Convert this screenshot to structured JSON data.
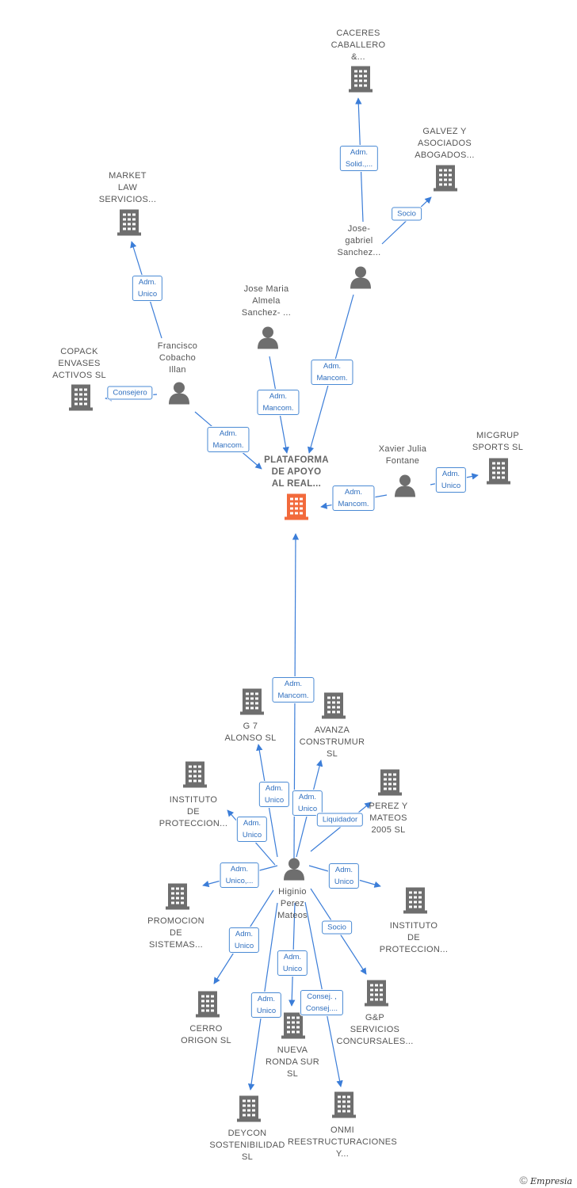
{
  "nodes": [
    {
      "id": "plataforma",
      "kind": "company",
      "center": true,
      "color": "#f26a3c",
      "label": "PLATAFORMA\nDE APOYO\nAL REAL..."
    },
    {
      "id": "caceres",
      "kind": "company",
      "label": "CACERES\nCABALLERO\n&..."
    },
    {
      "id": "galvez",
      "kind": "company",
      "label": "GALVEZ Y\nASOCIADOS\nABOGADOS..."
    },
    {
      "id": "market",
      "kind": "company",
      "label": "MARKET\nLAW\nSERVICIOS..."
    },
    {
      "id": "josegabriel",
      "kind": "person",
      "label": "Jose-\ngabriel\nSanchez..."
    },
    {
      "id": "josemaria",
      "kind": "person",
      "label": "Jose Maria\nAlmela\nSanchez- ..."
    },
    {
      "id": "francisco",
      "kind": "person",
      "label": "Francisco\nCobacho\nIllan"
    },
    {
      "id": "copack",
      "kind": "company",
      "label": "COPACK\nENVASES\nACTIVOS SL"
    },
    {
      "id": "xavier",
      "kind": "person",
      "label": "Xavier Julia\nFontane"
    },
    {
      "id": "micgrup",
      "kind": "company",
      "label": "MICGRUP\nSPORTS SL"
    },
    {
      "id": "higinio",
      "kind": "person",
      "label": "Higinio\nPerez\nMateos"
    },
    {
      "id": "g7",
      "kind": "company",
      "label": "G 7\nALONSO  SL"
    },
    {
      "id": "avanza",
      "kind": "company",
      "label": "AVANZA\nCONSTRUMUR\nSL"
    },
    {
      "id": "instituto1",
      "kind": "company",
      "label": "INSTITUTO\nDE\nPROTECCION..."
    },
    {
      "id": "perez",
      "kind": "company",
      "label": "PEREZ Y\nMATEOS\n2005 SL"
    },
    {
      "id": "promocion",
      "kind": "company",
      "label": "PROMOCION\nDE\nSISTEMAS..."
    },
    {
      "id": "instituto2",
      "kind": "company",
      "label": "INSTITUTO\nDE\nPROTECCION..."
    },
    {
      "id": "cerro",
      "kind": "company",
      "label": "CERRO\nORIGON  SL"
    },
    {
      "id": "gp",
      "kind": "company",
      "label": "G&P\nSERVICIOS\nCONCURSALES..."
    },
    {
      "id": "nueva",
      "kind": "company",
      "label": "NUEVA\nRONDA SUR\nSL"
    },
    {
      "id": "deycon",
      "kind": "company",
      "label": "DEYCON\nSOSTENIBILIDAD\nSL"
    },
    {
      "id": "onmi",
      "kind": "company",
      "label": "ONMI\nREESTRUCTURACIONES\nY..."
    }
  ],
  "edges": [
    {
      "from": "josegabriel",
      "to": "caceres",
      "label": "Adm.\nSolid.,..."
    },
    {
      "from": "josegabriel",
      "to": "galvez",
      "label": "Socio"
    },
    {
      "from": "francisco",
      "to": "market",
      "label": "Adm.\nUnico"
    },
    {
      "from": "francisco",
      "to": "copack",
      "label": "Consejero"
    },
    {
      "from": "francisco",
      "to": "plataforma",
      "label": "Adm.\nMancom."
    },
    {
      "from": "josemaria",
      "to": "plataforma",
      "label": "Adm.\nMancom."
    },
    {
      "from": "josegabriel",
      "to": "plataforma",
      "label": "Adm.\nMancom."
    },
    {
      "from": "xavier",
      "to": "plataforma",
      "label": "Adm.\nMancom."
    },
    {
      "from": "xavier",
      "to": "micgrup",
      "label": "Adm.\nUnico"
    },
    {
      "from": "higinio",
      "to": "plataforma",
      "label": "Adm.\nMancom."
    },
    {
      "from": "higinio",
      "to": "g7",
      "label": "Adm.\nUnico"
    },
    {
      "from": "higinio",
      "to": "avanza",
      "label": "Adm.\nUnico"
    },
    {
      "from": "higinio",
      "to": "instituto1",
      "label": "Adm.\nUnico"
    },
    {
      "from": "higinio",
      "to": "perez",
      "label": "Liquidador"
    },
    {
      "from": "higinio",
      "to": "promocion",
      "label": "Adm.\nUnico,..."
    },
    {
      "from": "higinio",
      "to": "instituto2",
      "label": "Adm.\nUnico"
    },
    {
      "from": "higinio",
      "to": "cerro",
      "label": "Adm.\nUnico"
    },
    {
      "from": "higinio",
      "to": "gp",
      "label": "Socio"
    },
    {
      "from": "higinio",
      "to": "nueva",
      "label": "Adm.\nUnico"
    },
    {
      "from": "higinio",
      "to": "deycon",
      "label": "Adm.\nUnico"
    },
    {
      "from": "higinio",
      "to": "onmi",
      "label": "Consej. ,\nConsej...."
    }
  ],
  "footer": {
    "copyright_symbol": "©",
    "brand": "Empresia"
  },
  "colors": {
    "edge": "#3b7dd8",
    "icon": "#6e6e6e",
    "center": "#f26a3c",
    "pill_border": "#4a8ad4",
    "pill_text": "#2f6fbf"
  },
  "icons": {
    "company": "building-icon",
    "person": "person-icon"
  }
}
